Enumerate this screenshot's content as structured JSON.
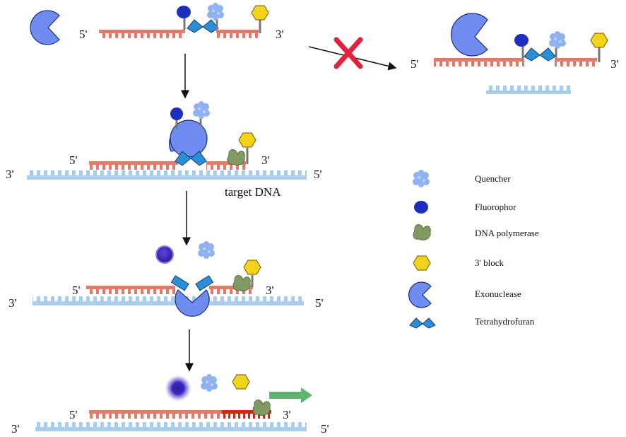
{
  "labels": {
    "five_prime": "5'",
    "three_prime": "3'",
    "target_dna": "target DNA"
  },
  "legend": [
    {
      "icon": "quencher-icon",
      "label": "Quencher"
    },
    {
      "icon": "fluorophore-icon",
      "label": "Fluorophor"
    },
    {
      "icon": "dna-polymerase-icon",
      "label": "DNA polymerase"
    },
    {
      "icon": "3-block-icon",
      "label": "3' block"
    },
    {
      "icon": "exonuclease-icon",
      "label": "Exonuclease"
    },
    {
      "icon": "tetrahydrofuran-icon",
      "label": "Tetrahydrofuran"
    }
  ],
  "colors": {
    "probe_strand": "#e07a6a",
    "target_strand": "#a9cdea",
    "exonuclease": "#6f8df0",
    "fluorophore": "#1c2fbf",
    "quencher": "#8fb3f2",
    "polymerase": "#7f9a63",
    "block": "#f3d31a",
    "thf": "#2a8fd8",
    "cross": "#e4213b",
    "arrow": "#5fb56f",
    "extension": "#cc2a14"
  }
}
